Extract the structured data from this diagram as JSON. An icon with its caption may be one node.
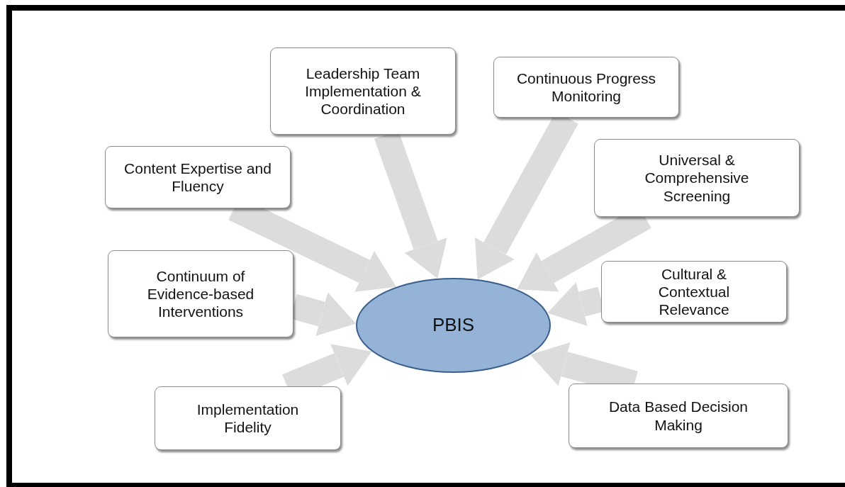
{
  "diagram": {
    "nodes": [
      {
        "text": [
          "Leadership Team Implementation & Coordination"
        ]
      },
      {
        "text": [
          "Continuous Progress Monitoring"
        ]
      },
      {
        "text": [
          "Content Expertise and Fluency"
        ]
      },
      {
        "text": [
          "Universal & Comprehensive Screening"
        ]
      },
      {
        "text": [
          "Continuum of Evidence-based Interventions"
        ]
      },
      {
        "text": [
          "Cultural & Contextual Relevance"
        ]
      },
      {
        "text": [
          "PBIS"
        ]
      },
      {
        "text": [
          "Implementation Fidelity"
        ]
      },
      {
        "text": [
          "Data Based Decision Making"
        ]
      }
    ],
    "edges": [
      {
        "from": 0,
        "to": 6,
        "arrow": "to"
      },
      {
        "from": 1,
        "to": 6,
        "arrow": "to"
      },
      {
        "from": 2,
        "to": 6,
        "arrow": "to"
      },
      {
        "from": 3,
        "to": 6,
        "arrow": "to"
      },
      {
        "from": 4,
        "to": 6,
        "arrow": "to"
      },
      {
        "from": 5,
        "to": 6,
        "arrow": "to"
      },
      {
        "from": 7,
        "to": 6,
        "arrow": "to"
      },
      {
        "from": 8,
        "to": 6,
        "arrow": "to"
      }
    ]
  }
}
